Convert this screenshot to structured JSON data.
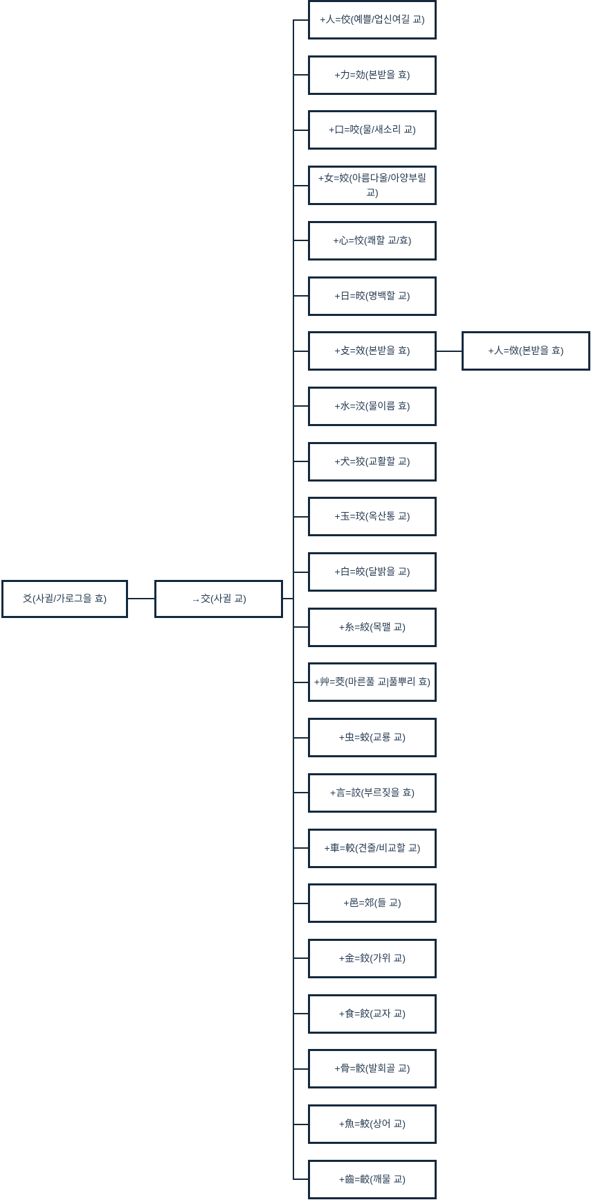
{
  "diagram": {
    "colors": {
      "border": "#14293d",
      "text": "#263a51",
      "background": "#ffffff"
    },
    "root": {
      "label": "爻(사귈/가로그을 효)"
    },
    "derived": {
      "label": "→交(사귈 교)"
    },
    "children": [
      {
        "label": "+人=佼(예쁠/업신여길 교)"
      },
      {
        "label": "+力=効(본받을 효)"
      },
      {
        "label": "+口=咬(물/새소리 교)"
      },
      {
        "label": "+女=姣(아름다울/아양부릴 교)"
      },
      {
        "label": "+心=恔(쾌할 교/효)"
      },
      {
        "label": "+日=晈(명백할 교)"
      },
      {
        "label": "+攴=效(본받을 효)",
        "child": {
          "label": "+人=傚(본받을 효)"
        }
      },
      {
        "label": "+水=洨(물이름 효)"
      },
      {
        "label": "+犬=狡(교활할 교)"
      },
      {
        "label": "+玉=珓(옥산통 교)"
      },
      {
        "label": "+白=皎(달밝을 교)"
      },
      {
        "label": "+糸=絞(목맬 교)"
      },
      {
        "label": "+艸=茭(마른풀 교|풀뿌리 효)"
      },
      {
        "label": "+虫=蛟(교룡 교)"
      },
      {
        "label": "+言=詨(부르짖을 효)"
      },
      {
        "label": "+車=較(견줄/비교할 교)"
      },
      {
        "label": "+邑=郊(들 교)"
      },
      {
        "label": "+金=鉸(가위 교)"
      },
      {
        "label": "+食=餃(교자 교)"
      },
      {
        "label": "+骨=骹(발회골 교)"
      },
      {
        "label": "+魚=鮫(상어 교)"
      },
      {
        "label": "+齒=齩(깨물 교)"
      }
    ]
  }
}
